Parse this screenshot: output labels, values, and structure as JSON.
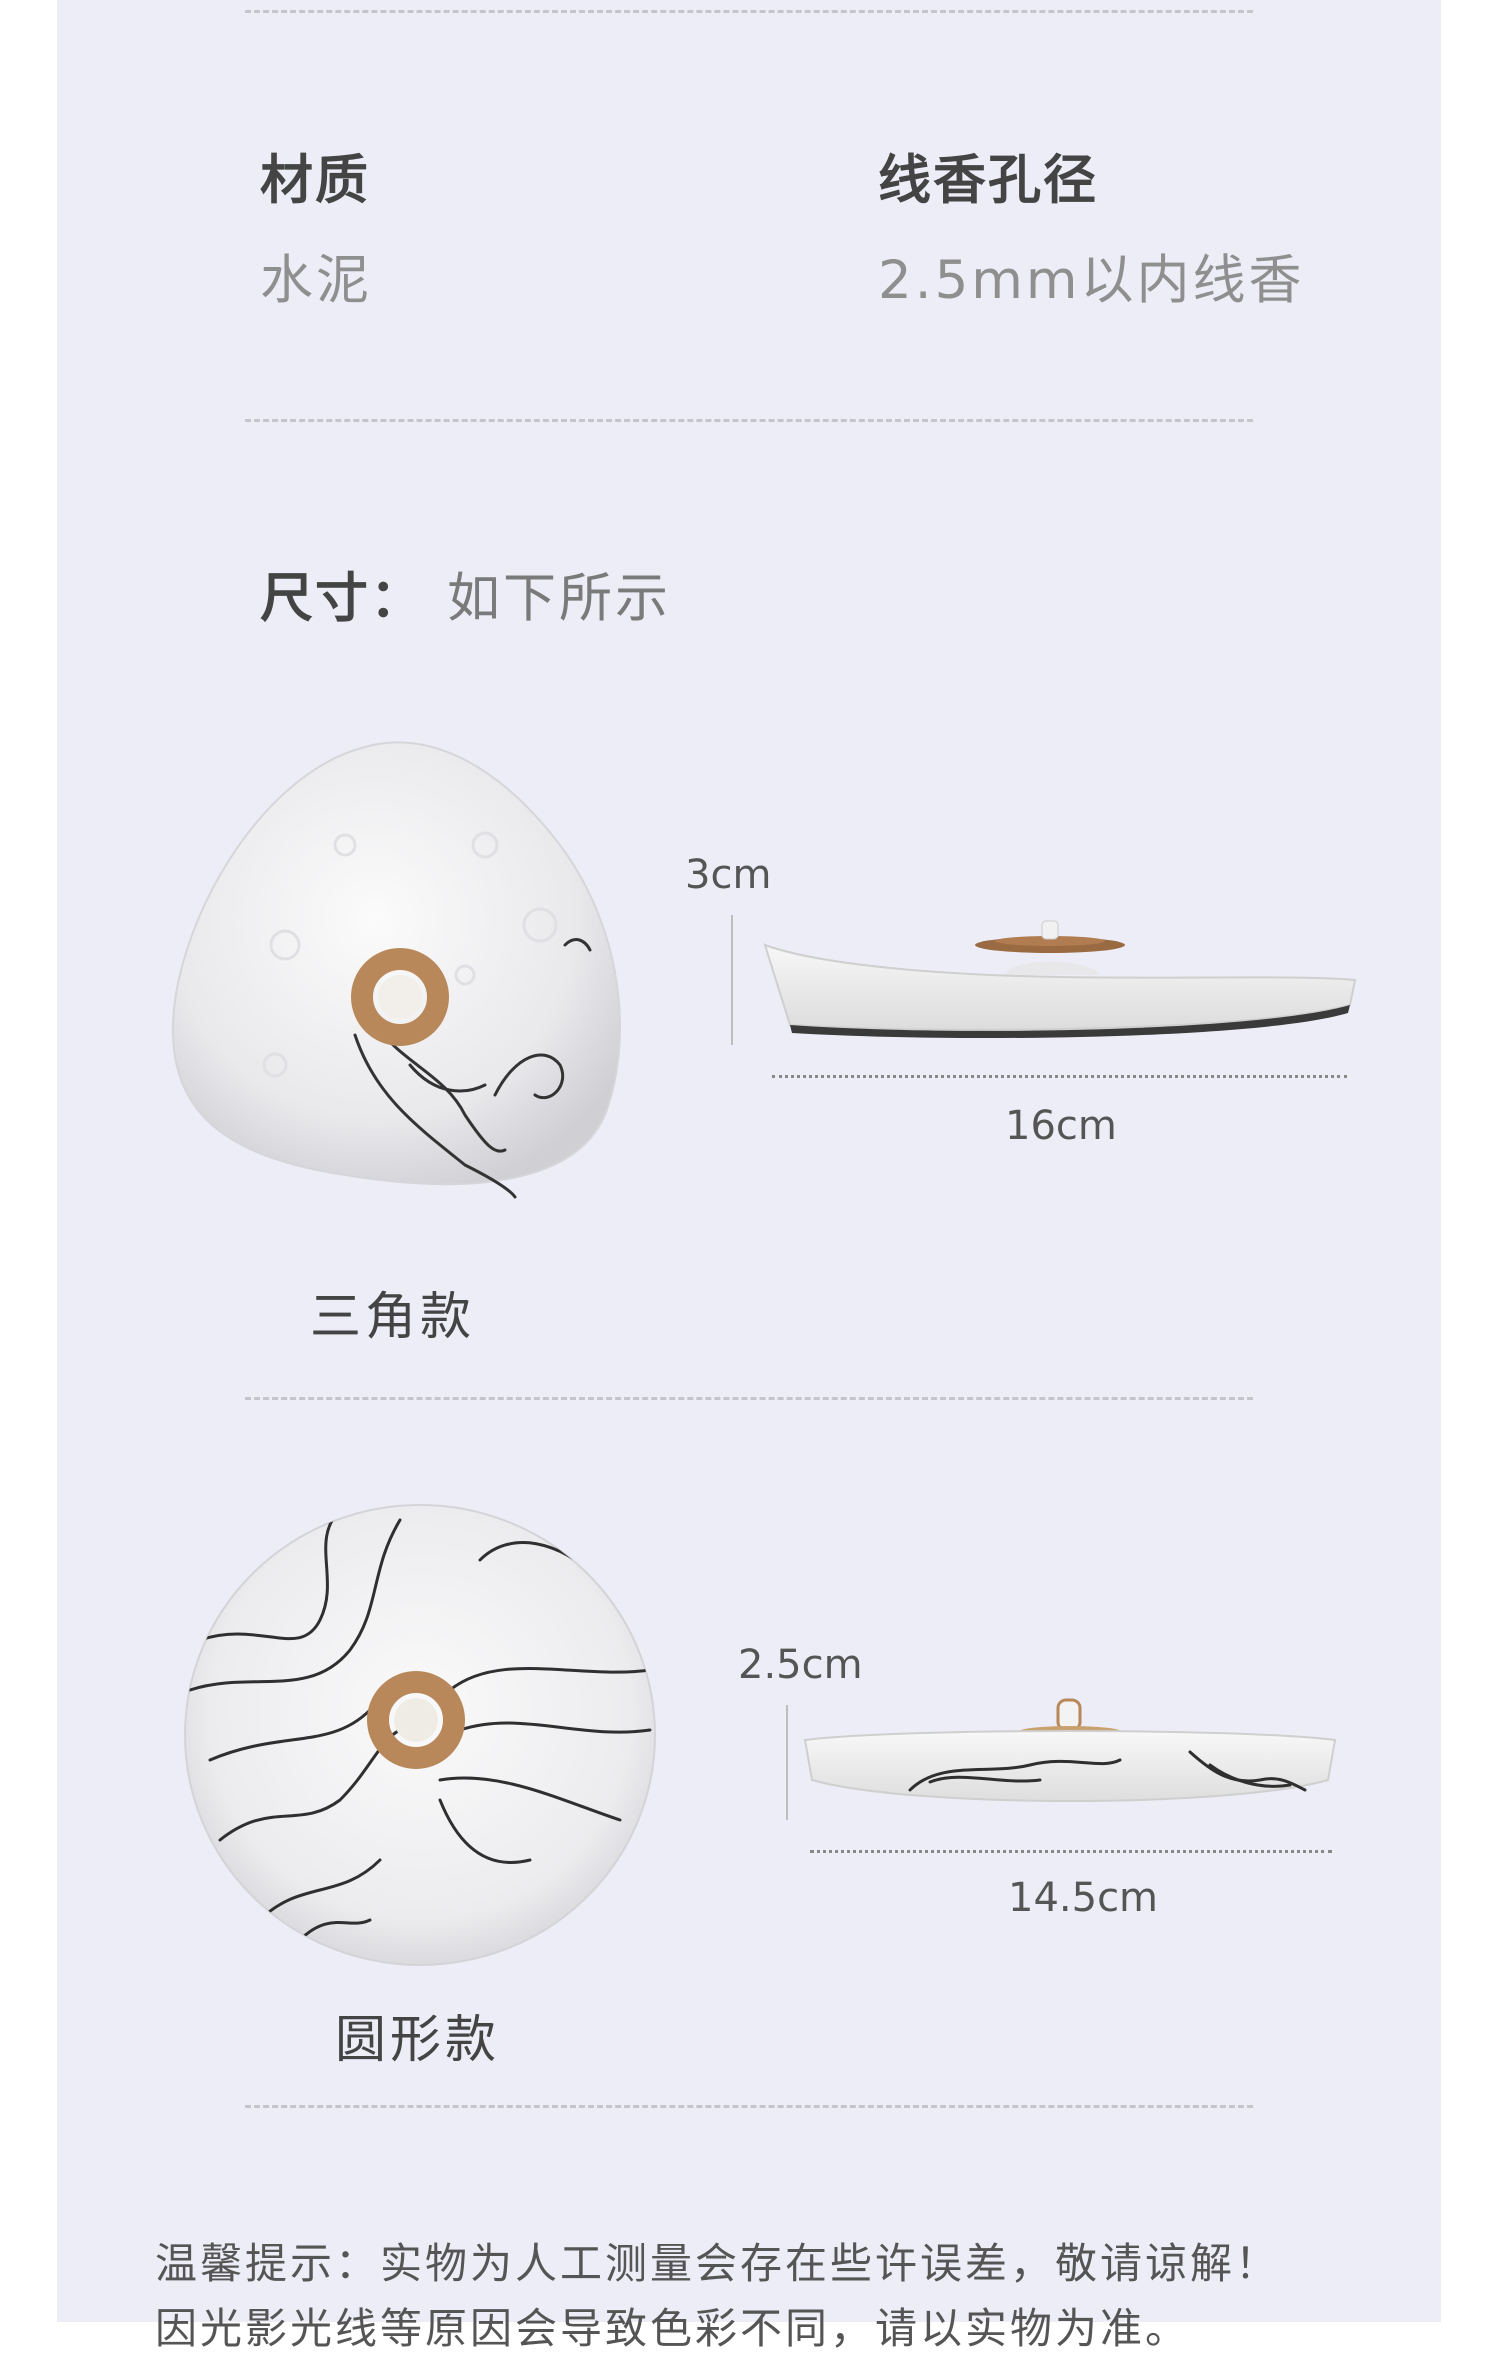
{
  "specs": {
    "material_label": "材质",
    "material_value": "水泥",
    "hole_label": "线香孔径",
    "hole_value": "2.5mm以内线香"
  },
  "size": {
    "label": "尺寸：",
    "value": "如下所示"
  },
  "triangle_variant": {
    "name": "三角款",
    "height": "3cm",
    "width": "16cm"
  },
  "round_variant": {
    "name": "圆形款",
    "height": "2.5cm",
    "width": "14.5cm"
  },
  "notice": {
    "line1": "温馨提示：实物为人工测量会存在些许误差，敬请谅解！",
    "line2": "因光影光线等原因会导致色彩不同，请以实物为准。"
  },
  "colors": {
    "panel": "#ededf7",
    "brass": "#b8885a"
  }
}
